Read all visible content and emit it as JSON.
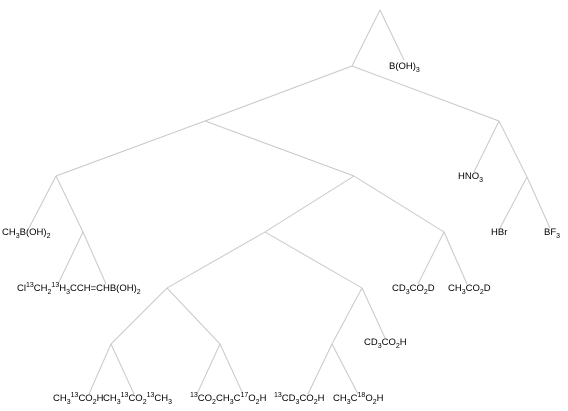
{
  "leaves": {
    "boh3": [
      {
        "t": "B(OH)"
      },
      {
        "t": "3",
        "sub": true
      }
    ],
    "hno3": [
      {
        "t": "HNO"
      },
      {
        "t": "3",
        "sub": true
      }
    ],
    "hbr": [
      {
        "t": "HBr"
      }
    ],
    "bf3": [
      {
        "t": "BF"
      },
      {
        "t": "3",
        "sub": true
      }
    ],
    "ch3boh2": [
      {
        "t": "CH"
      },
      {
        "t": "3",
        "sub": true
      },
      {
        "t": "B(OH)"
      },
      {
        "t": "2",
        "sub": true
      }
    ],
    "cl13": [
      {
        "t": "Cl"
      },
      {
        "t": "13",
        "sup": true
      },
      {
        "t": "CH"
      },
      {
        "t": "2",
        "sub": true
      },
      {
        "t": "13",
        "sup": true
      },
      {
        "t": "H"
      },
      {
        "t": "3",
        "sub": true
      },
      {
        "t": "CCH=CHB(OH)"
      },
      {
        "t": "2",
        "sub": true
      }
    ],
    "cd3co2d": [
      {
        "t": "CD"
      },
      {
        "t": "3",
        "sub": true
      },
      {
        "t": "CO"
      },
      {
        "t": "2",
        "sub": true
      },
      {
        "t": "D"
      }
    ],
    "ch3co2d": [
      {
        "t": "CH"
      },
      {
        "t": "3",
        "sub": true
      },
      {
        "t": "CO"
      },
      {
        "t": "2",
        "sub": true
      },
      {
        "t": "D"
      }
    ],
    "cd3co2h": [
      {
        "t": "CD"
      },
      {
        "t": "3",
        "sub": true
      },
      {
        "t": "CO"
      },
      {
        "t": "2",
        "sub": true
      },
      {
        "t": "H"
      }
    ],
    "b1": [
      {
        "t": "CH"
      },
      {
        "t": "3",
        "sub": true
      },
      {
        "t": "13",
        "sup": true
      },
      {
        "t": "CO"
      },
      {
        "t": "2",
        "sub": true
      },
      {
        "t": "H"
      }
    ],
    "b2": [
      {
        "t": "CH"
      },
      {
        "t": "3",
        "sub": true
      },
      {
        "t": "13",
        "sup": true
      },
      {
        "t": "CO"
      },
      {
        "t": "2",
        "sub": true
      },
      {
        "t": "13",
        "sup": true
      },
      {
        "t": "CH"
      },
      {
        "t": "3",
        "sub": true
      }
    ],
    "b3": [
      {
        "t": "13",
        "sup": true
      },
      {
        "t": "CO"
      },
      {
        "t": "2",
        "sub": true
      },
      {
        "t": "CH"
      },
      {
        "t": "3",
        "sub": true
      },
      {
        "t": "C"
      },
      {
        "t": "17",
        "sup": true
      },
      {
        "t": "O"
      },
      {
        "t": "2",
        "sub": true
      },
      {
        "t": "H"
      }
    ],
    "b4": [
      {
        "t": "13",
        "sup": true
      },
      {
        "t": "CD"
      },
      {
        "t": "3",
        "sub": true
      },
      {
        "t": "CO"
      },
      {
        "t": "2",
        "sub": true
      },
      {
        "t": "H"
      }
    ],
    "b5": [
      {
        "t": "CH"
      },
      {
        "t": "3",
        "sub": true
      },
      {
        "t": "C"
      },
      {
        "t": "18",
        "sup": true
      },
      {
        "t": "O"
      },
      {
        "t": "2",
        "sub": true
      },
      {
        "t": "H"
      }
    ]
  }
}
